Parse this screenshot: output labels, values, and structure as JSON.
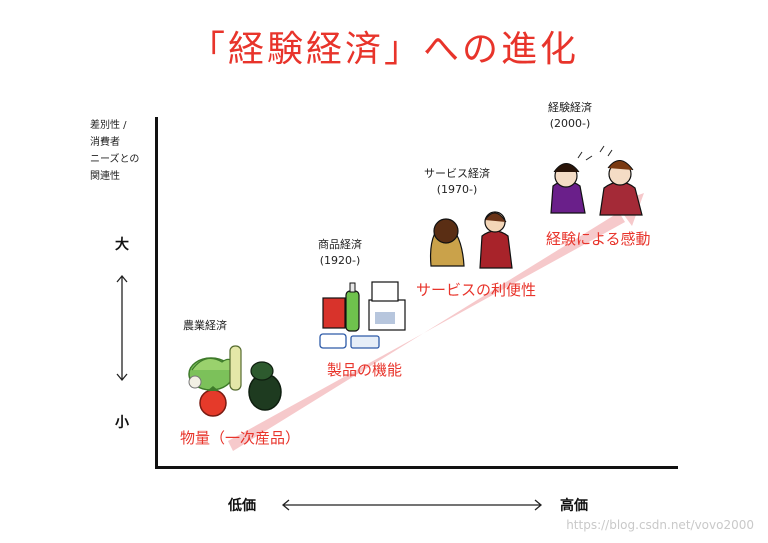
{
  "title": "「経験経済」への進化",
  "y_axis": {
    "label_lines": [
      "差別性 /",
      "消費者",
      "ニーズとの",
      "関連性"
    ],
    "high": "大",
    "low": "小"
  },
  "x_axis": {
    "low": "低価",
    "high": "高価"
  },
  "stages": [
    {
      "name": "農業経済",
      "year": "",
      "value": "物量（一次産品）"
    },
    {
      "name": "商品経済",
      "year": "(1920-)",
      "value": "製品の機能"
    },
    {
      "name": "サービス経済",
      "year": "(1970-)",
      "value": "サービスの利便性"
    },
    {
      "name": "経験経済",
      "year": "(2000-)",
      "value": "経験による感動"
    }
  ],
  "colors": {
    "accent": "#e8342b",
    "arrow": "#f6c9cb"
  },
  "watermark": "https://blog.csdn.net/vovo2000"
}
